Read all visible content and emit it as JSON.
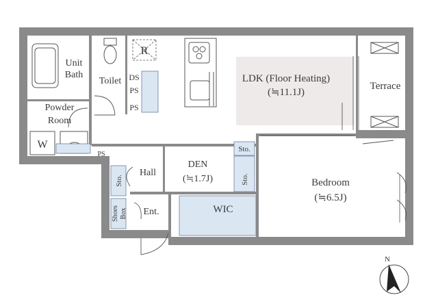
{
  "rooms": {
    "unit_bath": "Unit\nBath",
    "toilet": "Toilet",
    "powder_room": "Powder\nRoom",
    "washer": "W",
    "refrigerator": "R",
    "ldk": "LDK (Floor Heating)",
    "ldk_area": "(≒11.1J)",
    "terrace": "Terrace",
    "hall": "Hall",
    "den": "DEN",
    "den_area": "(≒1.7J)",
    "storage": "Sto.",
    "bedroom": "Bedroom",
    "bedroom_area": "(≒6.5J)",
    "wic": "WIC",
    "entrance": "Ent.",
    "shoes_box": "Shoes\nBox",
    "ps": "PS",
    "ds": "DS"
  },
  "compass": {
    "north_label": "N"
  },
  "colors": {
    "wall": "#8a8a8a",
    "ldk_fill": "#eeeaea",
    "storage_fill": "#dbe6f3"
  }
}
